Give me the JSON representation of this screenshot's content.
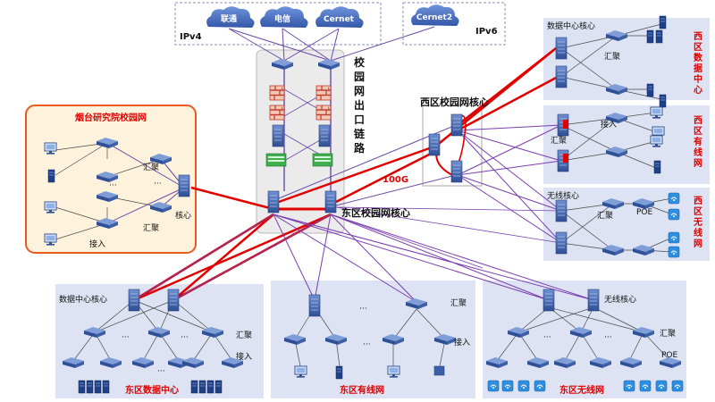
{
  "isp": {
    "ipv4_label": "IPv4",
    "ipv6_label": "IPv6",
    "cloud_unicom": "联通",
    "cloud_telecom": "电信",
    "cloud_cernet": "Cernet",
    "cloud_cernet2": "Cernet2"
  },
  "exit_link": {
    "title_chars": [
      "校",
      "园",
      "网",
      "出",
      "口",
      "链",
      "路"
    ]
  },
  "east_core": {
    "label": "东区校园网核心"
  },
  "west_core": {
    "label": "西区校园网核心"
  },
  "link_speed": "100G",
  "yantai": {
    "title": "烟台研究院校园网",
    "core_label": "核心",
    "agg_label_1": "汇聚",
    "agg_label_2": "汇聚",
    "access_label": "接入",
    "dots": "···"
  },
  "west_dc": {
    "core_label": "数据中心核心",
    "agg_label": "汇聚",
    "title_chars": [
      "西",
      "区",
      "数",
      "据",
      "中",
      "心"
    ]
  },
  "west_wired": {
    "access_label": "接入",
    "agg_label": "汇聚",
    "title_chars": [
      "西",
      "区",
      "有",
      "线",
      "网"
    ]
  },
  "west_wireless": {
    "core_label": "无线核心",
    "agg_label": "汇聚",
    "poe_label": "POE",
    "title_chars": [
      "西",
      "区",
      "无",
      "线",
      "网"
    ]
  },
  "east_dc": {
    "core_label": "数据中心核心",
    "agg_label": "汇聚",
    "access_label": "接入",
    "title": "东区数据中心"
  },
  "east_wired": {
    "agg_label": "汇聚",
    "access_label": "接入",
    "title": "东区有线网"
  },
  "east_wireless": {
    "core_label": "无线核心",
    "agg_label": "汇聚",
    "poe_label": "POE",
    "title": "东区无线网"
  },
  "colors": {
    "panel_bg": "#dde3f2",
    "yantai_bg": "#fdf2dc",
    "yantai_border": "#e85a1e",
    "red_link": "#e00000",
    "purple_link": "#7a3fb0",
    "device": "#3d5fa8",
    "cloud": "#4d73c4"
  }
}
